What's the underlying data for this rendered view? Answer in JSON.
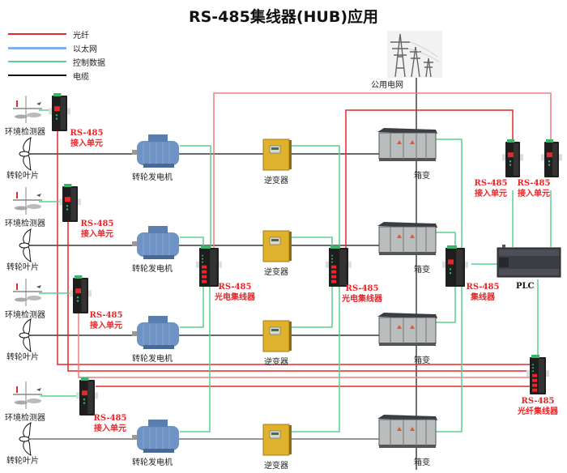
{
  "title": "RS-485集线器(HUB)应用",
  "legend": [
    {
      "label": "光纤",
      "color": "#e8262a"
    },
    {
      "label": "以太网",
      "color": "#7fb2ea"
    },
    {
      "label": "控制数据",
      "color": "#5ccf8e"
    },
    {
      "label": "电缆",
      "color": "#111111"
    }
  ],
  "colors": {
    "fiber": "#e8262a",
    "fiber_light": "#f07d80",
    "control": "#5ccf8e",
    "cable": "#111111",
    "cable_grey": "#777777",
    "motor": "#6f93c4",
    "inverter": "#e0b12d",
    "device": "#1e1e1e",
    "box": "#b9bdbe"
  },
  "grid": {
    "label": "公用电网"
  },
  "rows": [
    {
      "sensor": "环境检测器",
      "blade": "转轮叶片",
      "access_unit": [
        "RS-485",
        "接入单元"
      ],
      "generator": "转轮发电机",
      "inverter": "逆变器",
      "transformer": "箱变"
    },
    {
      "sensor": "环境检测器",
      "blade": "转轮叶片",
      "access_unit": [
        "RS-485",
        "接入单元"
      ],
      "generator": "转轮发电机",
      "inverter": "逆变器",
      "transformer": "箱变"
    },
    {
      "sensor": "环境检测器",
      "blade": "转轮叶片",
      "access_unit": [
        "RS-485",
        "接入单元"
      ],
      "generator": "转轮发电机",
      "inverter": "逆变器",
      "transformer": "箱变"
    },
    {
      "sensor": "环境检测器",
      "blade": "转轮叶片",
      "access_unit": [
        "RS-485",
        "接入单元"
      ],
      "generator": "转轮发电机",
      "inverter": "逆变器",
      "transformer": "箱变"
    }
  ],
  "hubs": {
    "oe_hub_1": [
      "RS-485",
      "光电集线器"
    ],
    "oe_hub_2": [
      "RS-485",
      "光电集线器"
    ],
    "hub": [
      "RS-485",
      "集线器"
    ],
    "fiber_hub": [
      "RS-485",
      "光纤集线器"
    ],
    "right_unit_1": [
      "RS-485",
      "接入单元"
    ],
    "right_unit_2": [
      "RS-485",
      "接入单元"
    ]
  },
  "plc": {
    "label": "PLC"
  }
}
